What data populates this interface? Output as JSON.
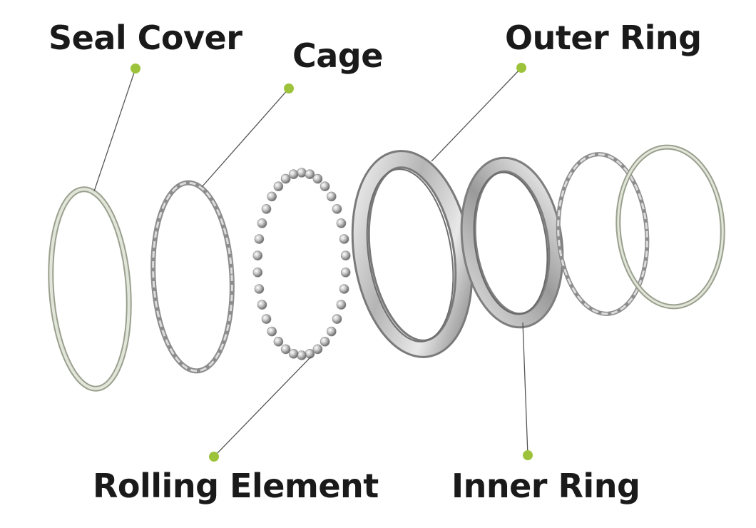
{
  "labels": {
    "seal_cover": "Seal Cover",
    "cage": "Cage",
    "outer_ring": "Outer Ring",
    "rolling_element": "Rolling Element",
    "inner_ring": "Inner Ring"
  },
  "colors": {
    "marker_dot": "#9dc33b",
    "leader_line": "#555555",
    "label_text": "#1a1a1a",
    "metal_light": "#e6e6e6",
    "metal_dark": "#8a8a8a",
    "seal_band": "#cdd3c3"
  }
}
